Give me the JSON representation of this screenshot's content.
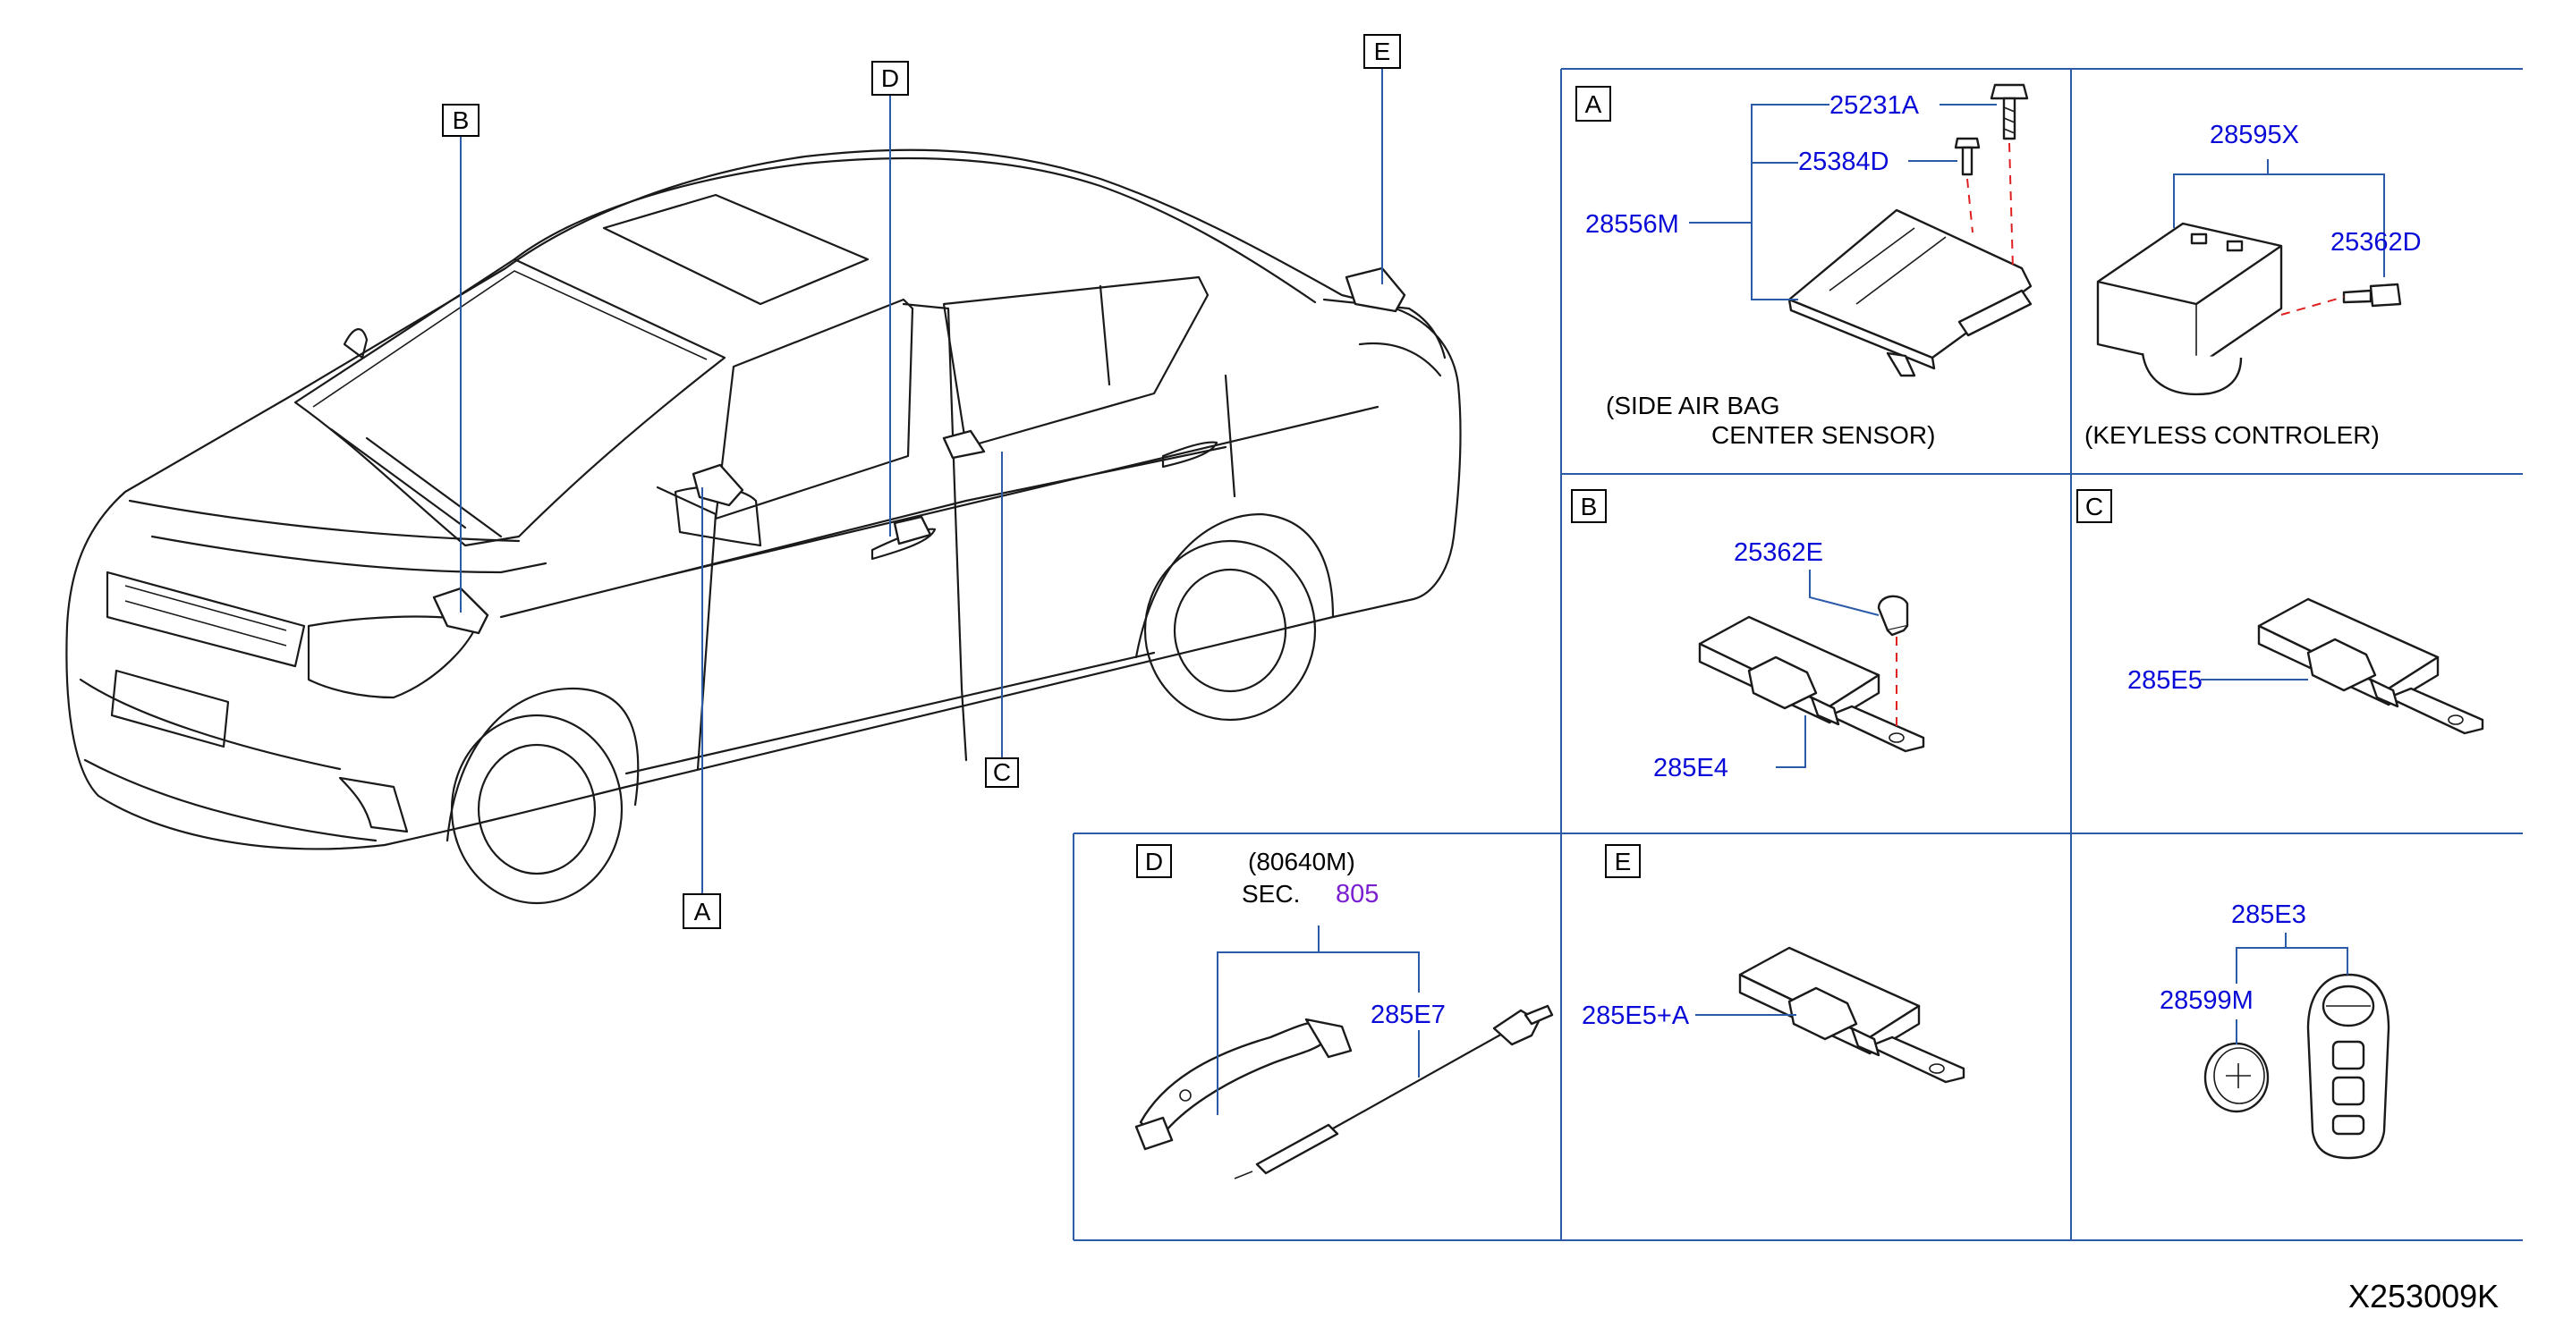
{
  "callouts": {
    "car_a": "A",
    "car_b": "B",
    "car_c": "C",
    "car_d": "D",
    "car_e": "E",
    "panel_a": "A",
    "panel_b": "B",
    "panel_c": "C",
    "panel_d": "D",
    "panel_e": "E"
  },
  "panel_a": {
    "parts": [
      "25231A",
      "25384D",
      "28556M"
    ],
    "caption_line1": "(SIDE   AIR   BAG",
    "caption_line2": "CENTER   SENSOR)"
  },
  "panel_keyless": {
    "parts": [
      "28595X",
      "25362D"
    ],
    "caption": "(KEYLESS   CONTROLER)"
  },
  "panel_b": {
    "parts": [
      "25362E",
      "285E4"
    ]
  },
  "panel_c": {
    "parts": [
      "285E5"
    ]
  },
  "panel_d": {
    "ref_number": "(80640M)",
    "sec_label": "SEC.",
    "sec_number": "805",
    "parts": [
      "285E7"
    ]
  },
  "panel_e": {
    "parts": [
      "285E5+A"
    ]
  },
  "panel_key": {
    "parts": [
      "285E3",
      "28599M"
    ]
  },
  "figure_id": "X253009K",
  "colors": {
    "part_number": "#0a0ad8",
    "section_ref": "#7a1fd0",
    "leader": "#2b5aa8",
    "dashed_guide": "#e02020"
  }
}
